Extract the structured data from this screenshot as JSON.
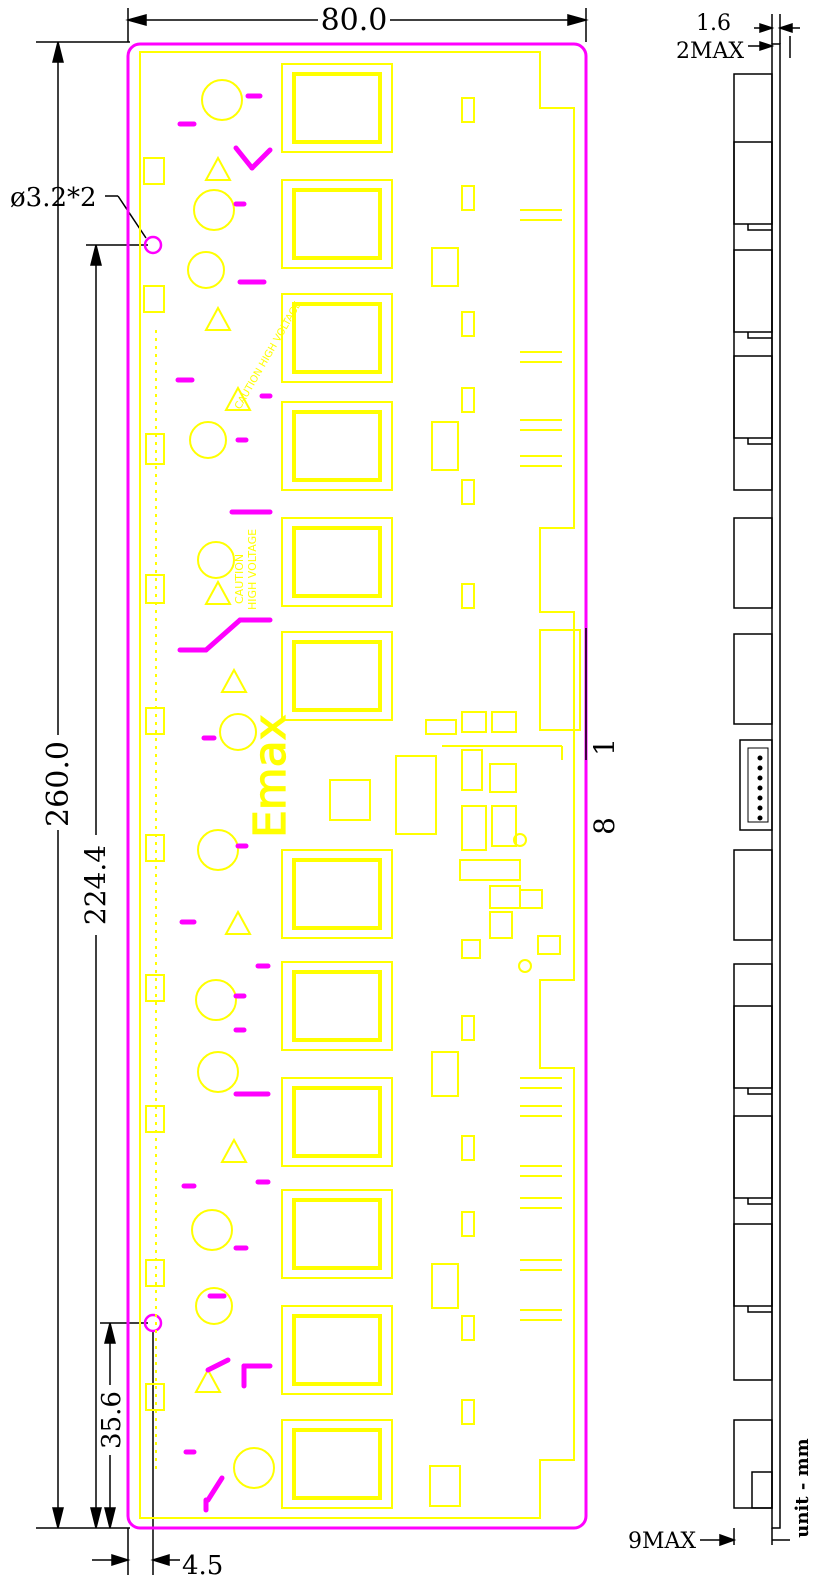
{
  "dimensions": {
    "width_top": "80.0",
    "hole_spec": "ø3.2*2",
    "height_total": "260.0",
    "hole_span": "224.4",
    "hole_offset_bottom": "35.6",
    "hole_offset_left": "4.5",
    "board_thickness": "1.6",
    "solder_max": "2MAX",
    "component_max": "9MAX",
    "units": "unit - mm"
  },
  "connector_labels": {
    "pin_first": "1",
    "pin_last": "8"
  },
  "board_markings": {
    "brand": "Emax",
    "caution_line1": "CAUTION",
    "caution_line2": "HIGH VOLTAGE"
  },
  "colors": {
    "silkscreen": "#ffff00",
    "outline": "#ff00ff",
    "dimension": "#000000"
  }
}
